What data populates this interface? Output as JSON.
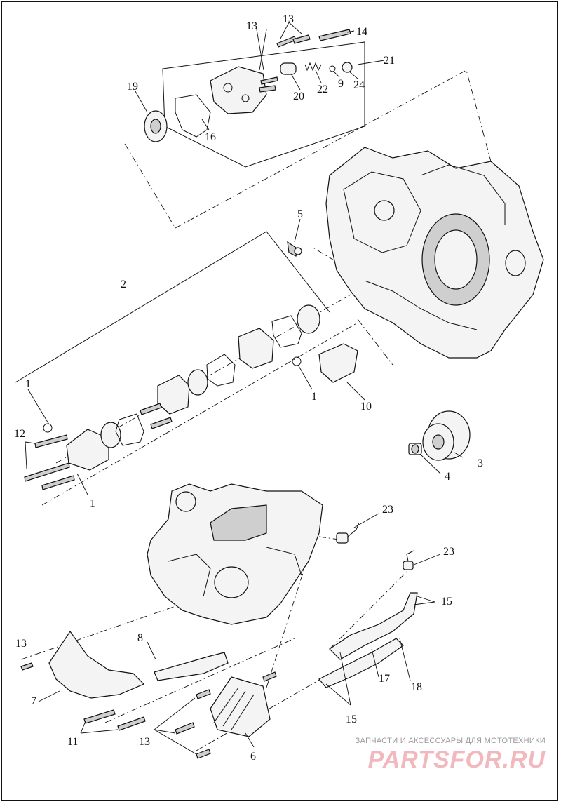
{
  "callouts": {
    "c1a": "1",
    "c1b": "1",
    "c1c": "1",
    "c2": "2",
    "c3": "3",
    "c4": "4",
    "c5": "5",
    "c6": "6",
    "c7": "7",
    "c8": "8",
    "c9": "9",
    "c10": "10",
    "c11": "11",
    "c12": "12",
    "c13a": "13",
    "c13b": "13",
    "c13c": "13",
    "c13d": "13",
    "c14": "14",
    "c15a": "15",
    "c15b": "15",
    "c16": "16",
    "c17": "17",
    "c18": "18",
    "c19": "19",
    "c20": "20",
    "c21": "21",
    "c22": "22",
    "c23a": "23",
    "c23b": "23",
    "c24": "24"
  },
  "watermark": {
    "tagline": "ЗАПЧАСТИ И АКСЕССУАРЫ ДЛЯ МОТОТЕХНИКИ",
    "logo": "PARTSFOR.RU"
  }
}
